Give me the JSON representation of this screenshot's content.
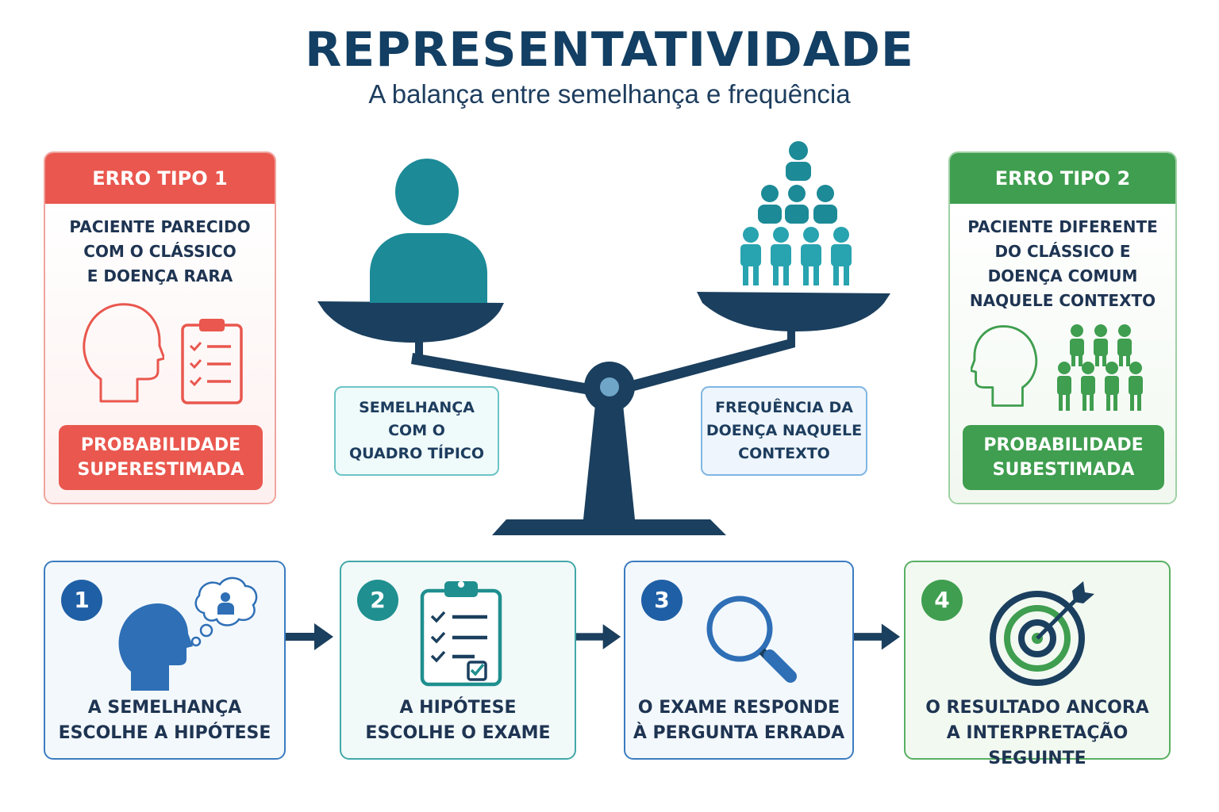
{
  "header": {
    "title": "REPRESENTATIVIDADE",
    "subtitle": "A balança entre semelhança e frequência"
  },
  "errors": [
    {
      "heading": "ERRO TIPO 1",
      "lines": [
        "PACIENTE PARECIDO",
        "COM O CLÁSSICO",
        "E DOENÇA RARA"
      ],
      "result": [
        "PROBABILIDADE",
        "SUPERESTIMADA"
      ],
      "color": "#e9574e",
      "light": "#fdf0ef",
      "icons": [
        "head-icon",
        "clipboard-checklist-icon"
      ]
    },
    {
      "heading": "ERRO TIPO 2",
      "lines": [
        "PACIENTE DIFERENTE",
        "DO CLÁSSICO E",
        "DOENÇA COMUM",
        "NAQUELE CONTEXTO"
      ],
      "result": [
        "PROBABILIDADE",
        "SUBESTIMADA"
      ],
      "color": "#3f9e4f",
      "light": "#f1f8f0",
      "icons": [
        "head-icon",
        "crowd-icon"
      ]
    }
  ],
  "scale": {
    "left_label": [
      "SEMELHANÇA",
      "COM O",
      "QUADRO TÍPICO"
    ],
    "right_label": [
      "FREQUÊNCIA DA",
      "DOENÇA NAQUELE",
      "CONTEXTO"
    ],
    "left_icon": "single-person-icon",
    "right_icon": "people-group-icon",
    "colors": {
      "beam": "#1b3f5e",
      "person": "#1c8a97"
    }
  },
  "steps": [
    {
      "number": "1",
      "lines": [
        "A SEMELHANÇA",
        "ESCOLHE A HIPÓTESE"
      ],
      "color": "#1f5fa5",
      "icon": "head-thought-bubble-icon"
    },
    {
      "number": "2",
      "lines": [
        "A HIPÓTESE",
        "ESCOLHE O EXAME"
      ],
      "color": "#1f8f8f",
      "icon": "clipboard-icon"
    },
    {
      "number": "3",
      "lines": [
        "O EXAME RESPONDE",
        "À PERGUNTA ERRADA"
      ],
      "color": "#1f5fa5",
      "icon": "magnifier-icon"
    },
    {
      "number": "4",
      "lines": [
        "O RESULTADO ANCORA",
        "A INTERPRETAÇÃO SEGUINTE"
      ],
      "color": "#3f9e4f",
      "icon": "target-icon"
    }
  ]
}
